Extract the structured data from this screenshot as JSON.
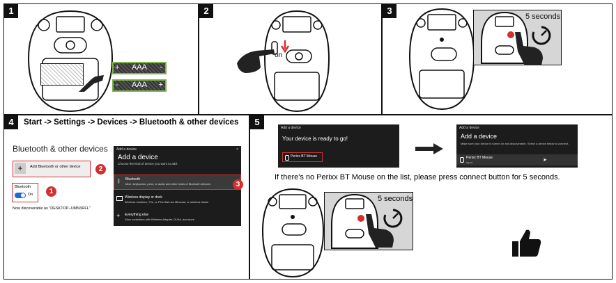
{
  "panels": [
    {
      "number": "1"
    },
    {
      "number": "2",
      "switch_label": "on"
    },
    {
      "number": "3",
      "timer_label": "5 seconds"
    },
    {
      "number": "4",
      "instruction": "Start -> Settings -> Devices -> Bluetooth & other devices"
    },
    {
      "number": "5",
      "instruction": "If there's no Perixx BT Mouse on the list, please press connect button for 5 seconds.",
      "timer_label": "5 seconds"
    }
  ],
  "batteries": [
    {
      "label": "AAA",
      "plus": "+",
      "minus": "-"
    },
    {
      "label": "AAA",
      "plus": "+",
      "minus": "-"
    }
  ],
  "settings": {
    "heading": "Bluetooth & other devices",
    "add_button_label": "Add Bluetooth or other device",
    "bluetooth_label": "Bluetooth",
    "toggle_state": "On",
    "discoverable_text": "Now discoverable as \"DESKTOP-JJMN3RFL\""
  },
  "add_device_dialog": {
    "title_bar": "Add a device",
    "close": "×",
    "heading": "Add a device",
    "subtitle": "Choose the kind of device you want to add.",
    "options": [
      {
        "title": "Bluetooth",
        "desc": "Mice, keyboards, pens, or audio and other kinds of Bluetooth devices",
        "icon": "bluetooth-icon"
      },
      {
        "title": "Wireless display or dock",
        "desc": "Wireless monitors, TVs, or PCs that use Miracast, or wireless docks",
        "icon": "monitor-icon"
      },
      {
        "title": "Everything else",
        "desc": "Xbox controllers with Wireless Adapter, DLNA, and more",
        "icon": "plus-icon"
      }
    ]
  },
  "markers": [
    "1",
    "2",
    "3"
  ],
  "ready_dialog": {
    "title_bar": "Add a device",
    "message": "Your device is ready to go!",
    "device_name": "Perixx BT Mouse"
  },
  "list_dialog": {
    "title_bar": "Add a device",
    "heading": "Add a device",
    "subtitle": "Make sure your device is turned on and discoverable. Select a device below to connect.",
    "device_name": "Perixx BT Mouse",
    "device_type": "Input"
  },
  "colors": {
    "accent_red": "#d32f2f",
    "battery_green": "#7ab648",
    "windows_blue": "#1e6bd6",
    "timer_bg": "#d6d6d6"
  }
}
